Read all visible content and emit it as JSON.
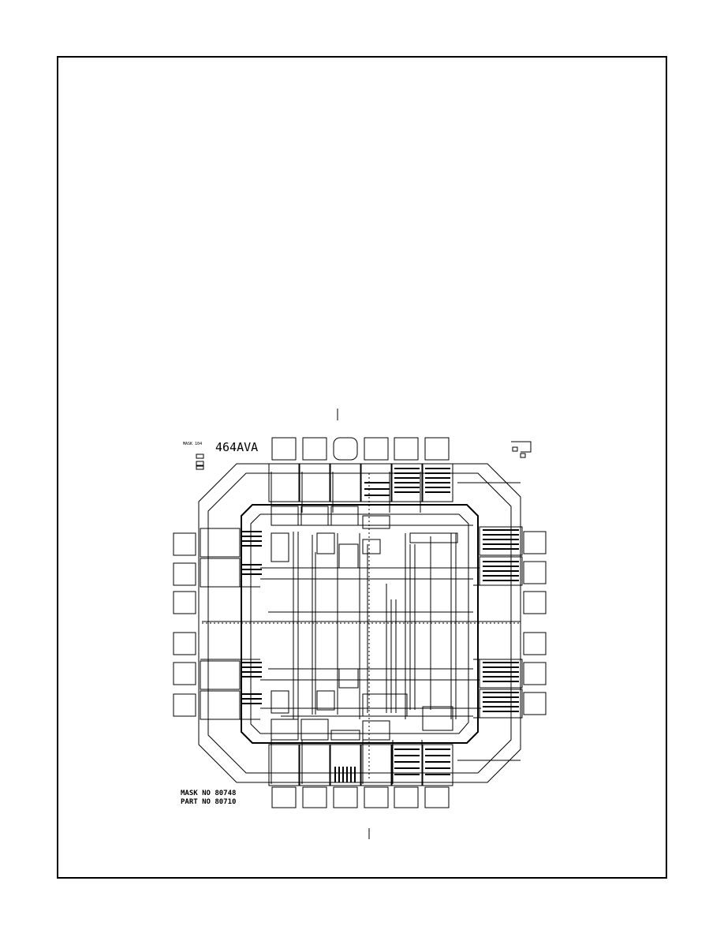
{
  "figure": {
    "die_marking": "464AVA",
    "mask_lines": [
      "MASK NO 80748",
      "PART NO 80710"
    ],
    "small_label": "MASK 104"
  },
  "colors": {
    "ink": "#000000",
    "paper": "#ffffff"
  }
}
